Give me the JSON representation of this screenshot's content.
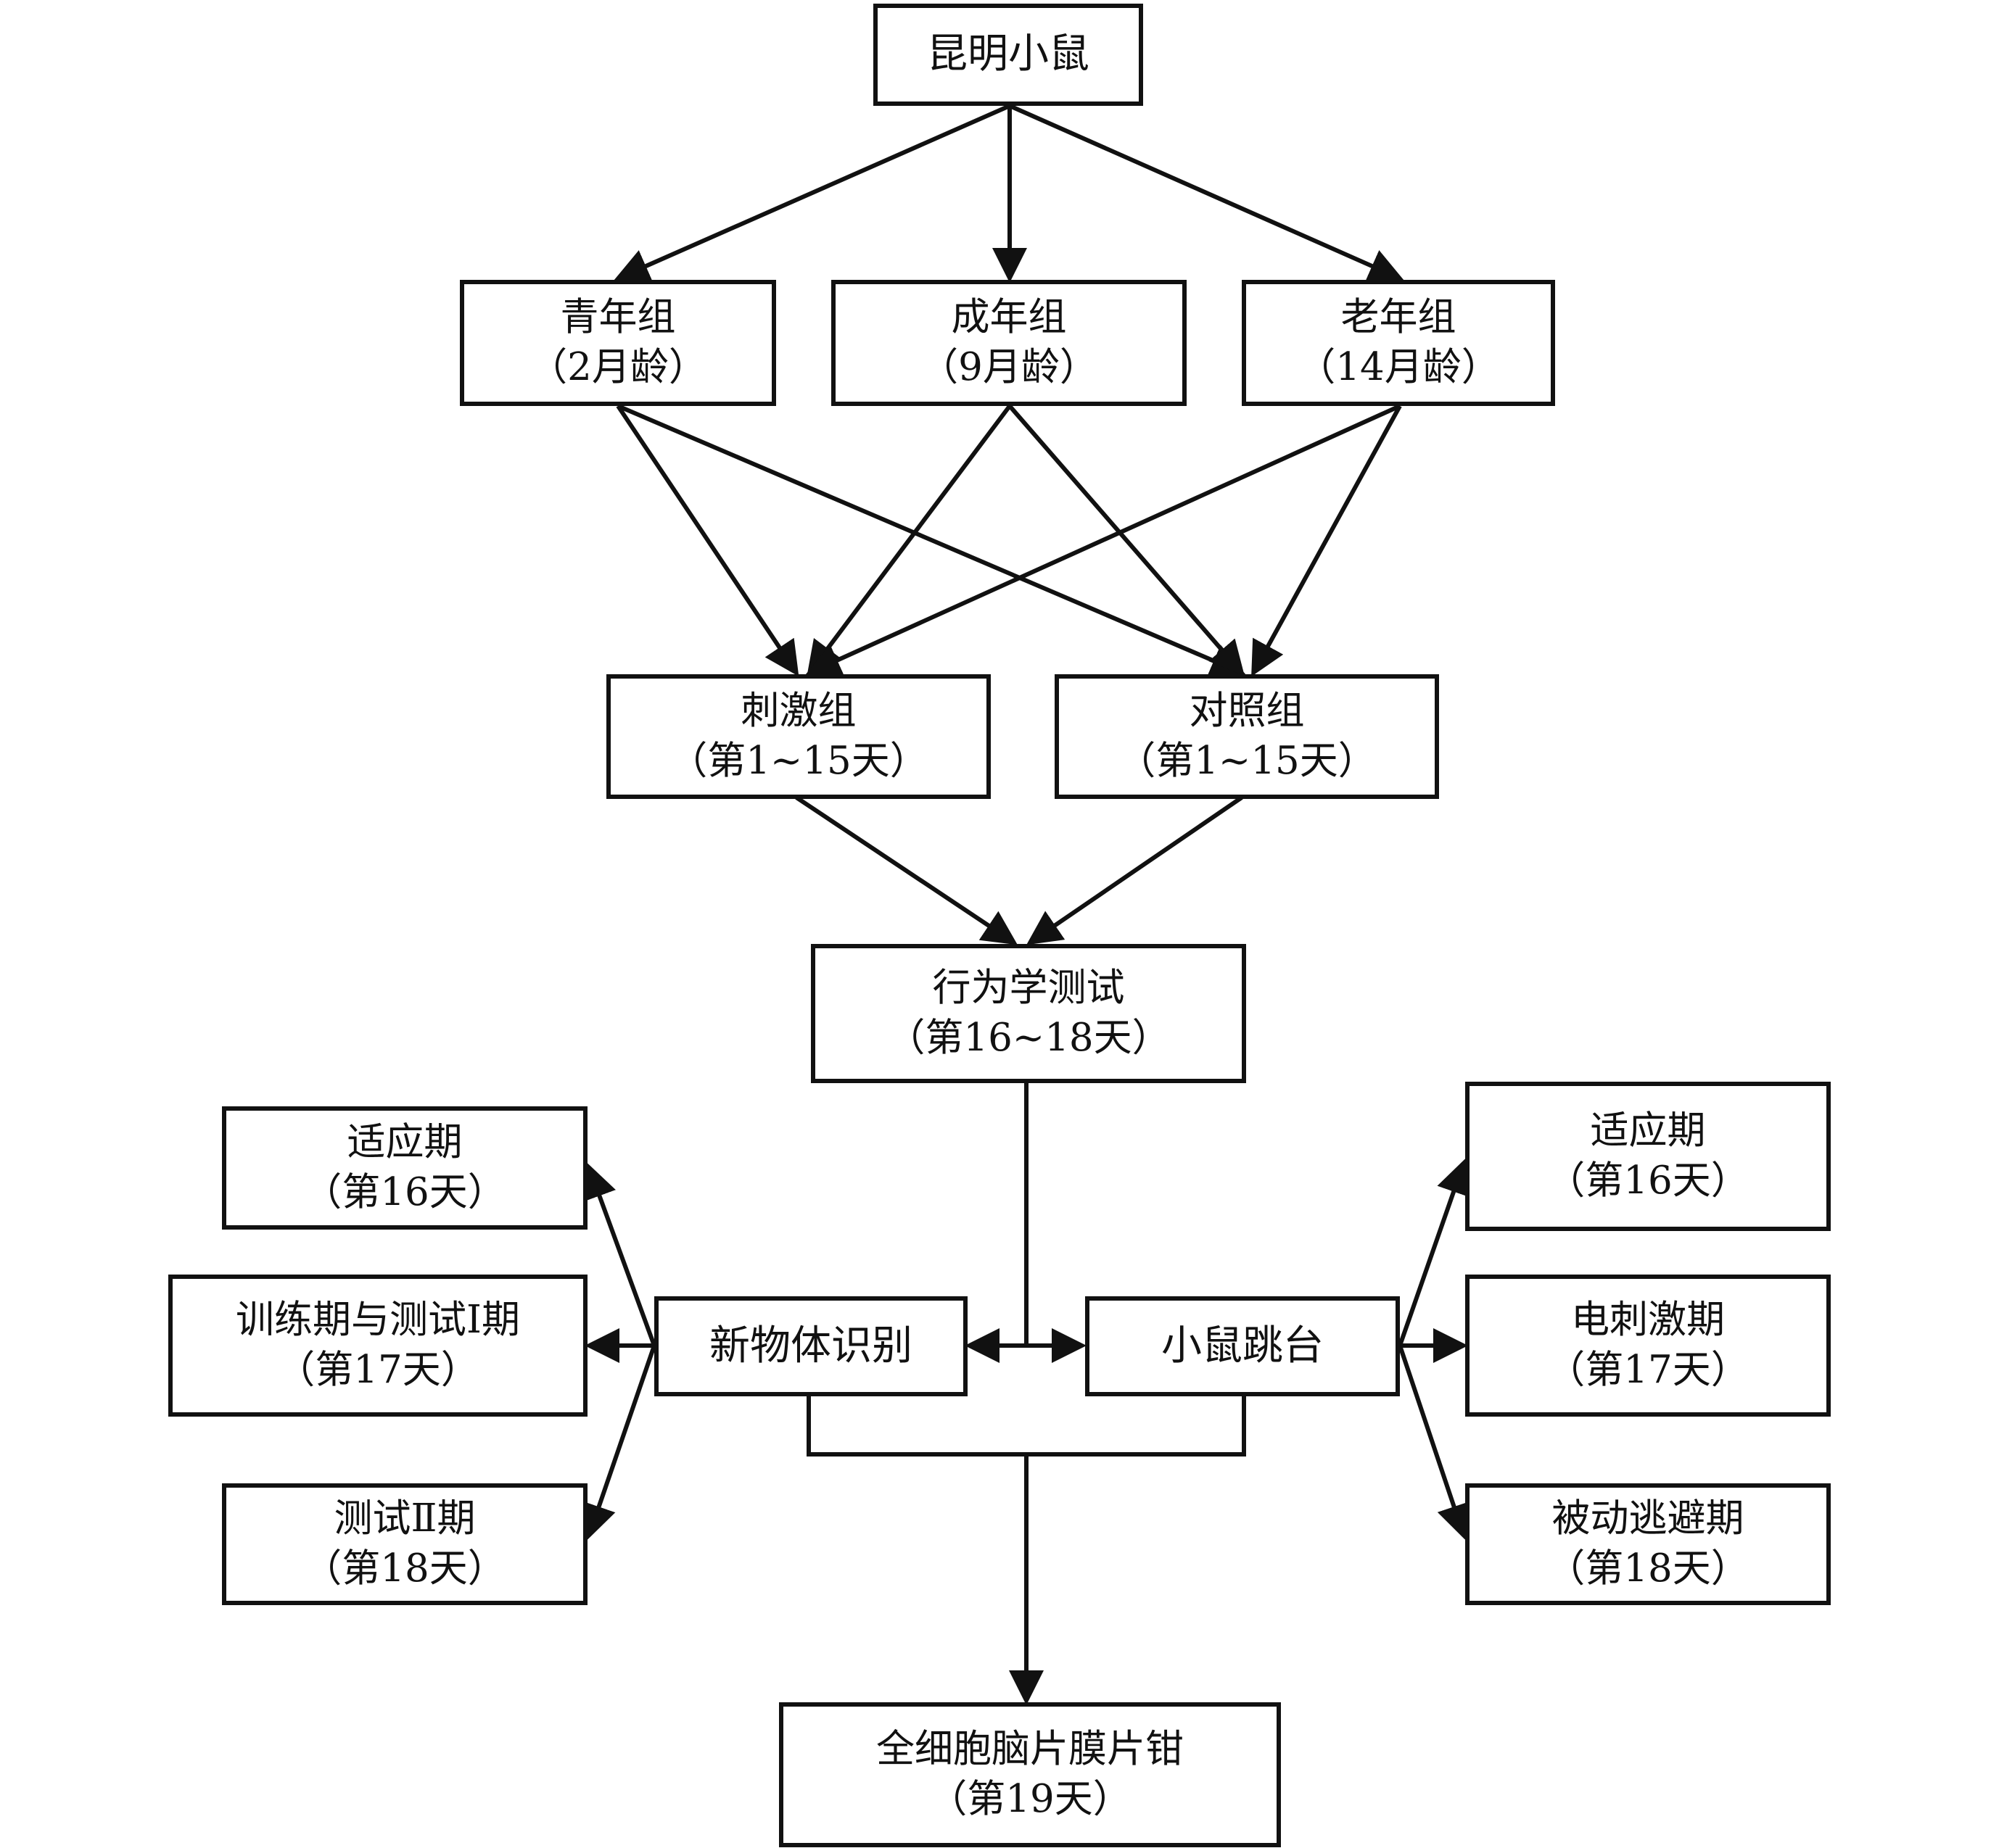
{
  "diagram": {
    "root": {
      "label": "昆明小鼠"
    },
    "age_groups": [
      {
        "label": "青年组",
        "sub": "（2月龄）"
      },
      {
        "label": "成年组",
        "sub": "（9月龄）"
      },
      {
        "label": "老年组",
        "sub": "（14月龄）"
      }
    ],
    "treatment_groups": [
      {
        "label": "刺激组",
        "sub": "（第1~15天）"
      },
      {
        "label": "对照组",
        "sub": "（第1~15天）"
      }
    ],
    "behavior_test": {
      "label": "行为学测试",
      "sub": "（第16~18天）"
    },
    "novel_object": {
      "label": "新物体识别",
      "phases": [
        {
          "label": "适应期",
          "sub": "（第16天）"
        },
        {
          "label": "训练期与测试Ⅰ期",
          "sub": "（第17天）"
        },
        {
          "label": "测试Ⅱ期",
          "sub": "（第18天）"
        }
      ]
    },
    "step_down": {
      "label": "小鼠跳台",
      "phases": [
        {
          "label": "适应期",
          "sub": "（第16天）"
        },
        {
          "label": "电刺激期",
          "sub": "（第17天）"
        },
        {
          "label": "被动逃避期",
          "sub": "（第18天）"
        }
      ]
    },
    "patch_clamp": {
      "label": "全细胞脑片膜片钳",
      "sub": "（第19天）"
    }
  }
}
